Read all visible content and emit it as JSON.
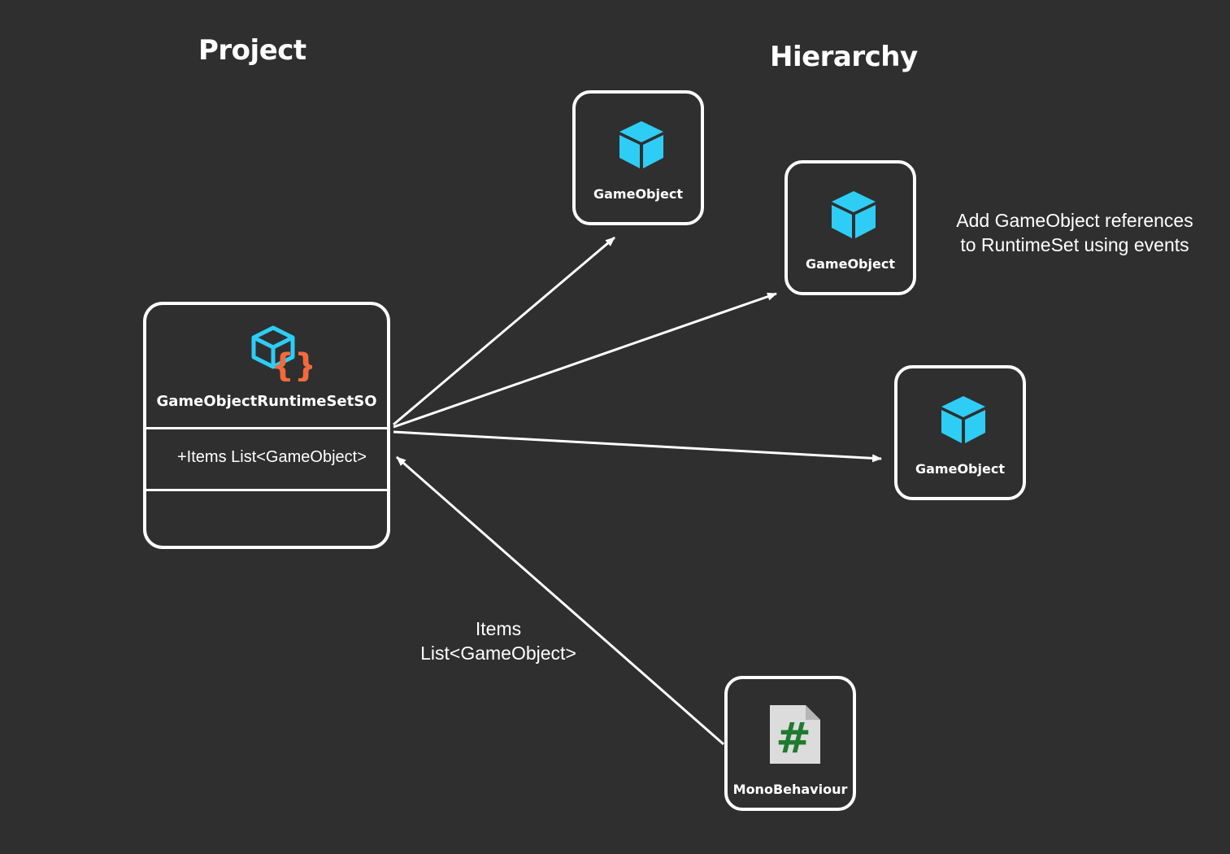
{
  "headings": {
    "project": "Project",
    "hierarchy": "Hierarchy"
  },
  "runtime_set": {
    "title": "GameObjectRuntimeSetSO",
    "field": "+Items List<GameObject>",
    "icon": "scriptable-object-icon"
  },
  "game_objects": [
    {
      "label": "GameObject",
      "icon": "cube-icon"
    },
    {
      "label": "GameObject",
      "icon": "cube-icon"
    },
    {
      "label": "GameObject",
      "icon": "cube-icon"
    }
  ],
  "mono_behaviour": {
    "label": "MonoBehaviour",
    "icon": "csharp-script-icon",
    "glyph": "#"
  },
  "annotations": {
    "events_line1": "Add GameObject references",
    "events_line2": "to RuntimeSet using events",
    "items_line1": "Items",
    "items_line2": "List<GameObject>"
  },
  "colors": {
    "background": "#2f2f2f",
    "line": "#ffffff",
    "cube": "#2ecdf5",
    "braces": "#f26a3c",
    "script_page": "#dcdcdc",
    "script_hash": "#1e7a2e"
  }
}
